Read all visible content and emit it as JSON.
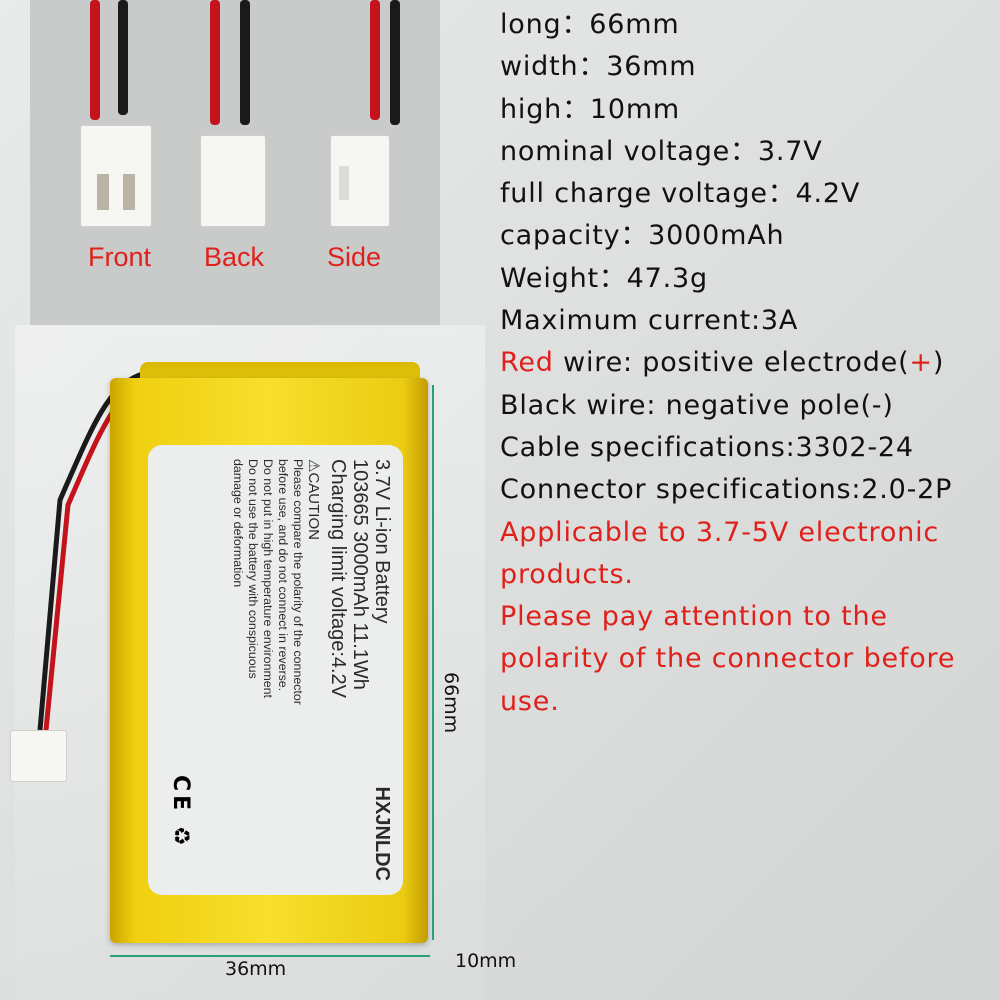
{
  "connector_photo": {
    "labels": [
      "Front",
      "Back",
      "Side"
    ],
    "label_color": "#e0201a"
  },
  "specs": {
    "lines": [
      "long：66mm",
      "width：36mm",
      "high：10mm",
      "nominal voltage：3.7V",
      "full charge voltage：4.2V",
      "capacity：3000mAh",
      "Weight：47.3g",
      "Maximum current:3A"
    ],
    "red_wire": {
      "color_word": "Red",
      "rest": " wire: positive electrode(",
      "plus": "+",
      "close": ")"
    },
    "black_wire": "Black wire: negative pole(-)",
    "cable": "Cable specifications:3302-24",
    "connector": "Connector specifications:2.0-2P",
    "note_applicable": "Applicable to 3.7-5V electronic products.",
    "note_polarity": "Please pay attention to the polarity of the connector before use.",
    "accent_color": "#e0201a"
  },
  "battery_label": {
    "line1": "3.7V Li-ion Battery",
    "brand": "HXJNLDC",
    "line2": "103665 3000mAh 11.1Wh",
    "line3": "Charging limit voltage:4.2V",
    "caution": "⚠CAUTION",
    "warn1": "Please compare the polarity of the connector",
    "warn2": "before use, and do not connect in reverse.",
    "warn3": "Do not put in high temperature environment",
    "warn4": "Do not use the battery with conspicuous",
    "warn5": "damage or deformation",
    "marks": "CE ♻"
  },
  "dimensions": {
    "length": "66mm",
    "width": "36mm",
    "thickness": "10mm",
    "line_color": "#2aa07a"
  }
}
